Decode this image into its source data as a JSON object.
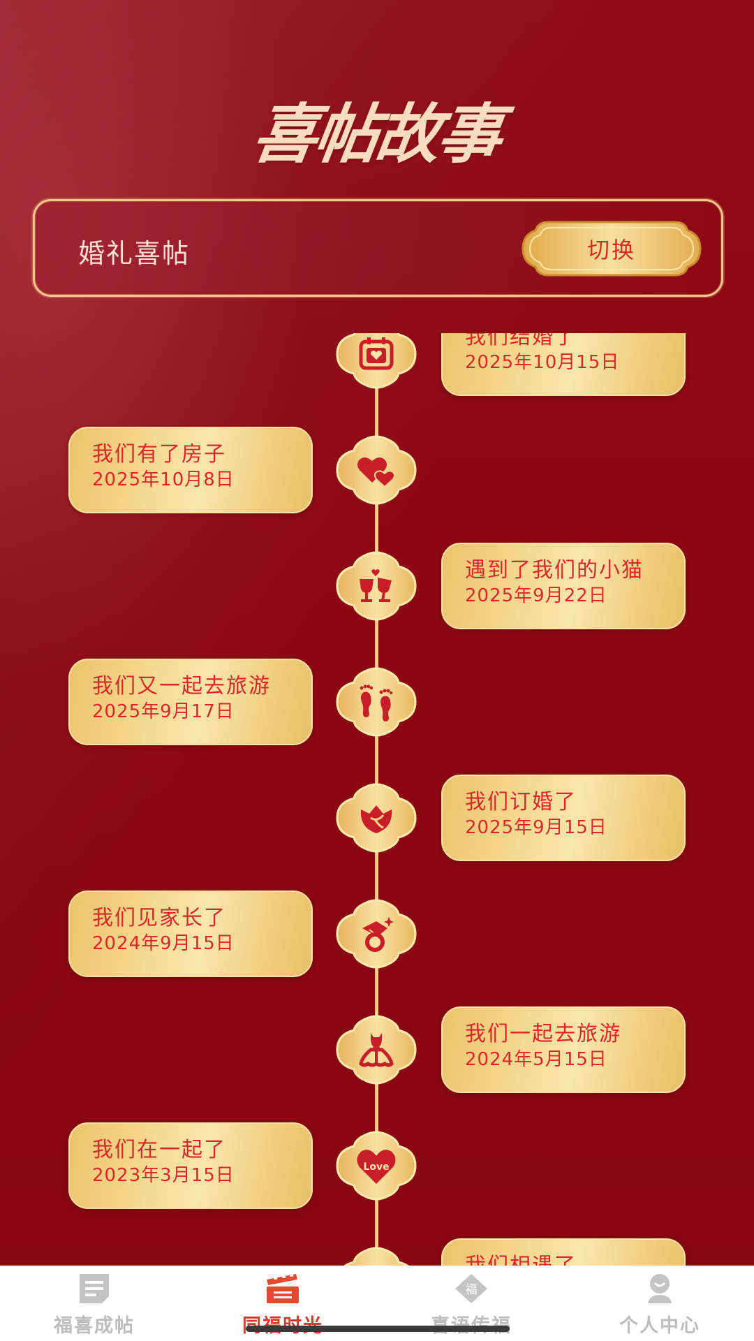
{
  "header": {
    "title": "喜帖故事"
  },
  "selector": {
    "current_label": "婚礼喜帖",
    "switch_button": "切换"
  },
  "timeline": {
    "events": [
      {
        "side": "right",
        "title": "我们结婚了",
        "date": "2025年10月15日",
        "icon": "calendar-heart-icon"
      },
      {
        "side": "left",
        "title": "我们有了房子",
        "date": "2025年10月8日",
        "icon": "double-heart-icon"
      },
      {
        "side": "right",
        "title": "遇到了我们的小猫",
        "date": "2025年9月22日",
        "icon": "wine-glasses-icon"
      },
      {
        "side": "left",
        "title": "我们又一起去旅游",
        "date": "2025年9月17日",
        "icon": "footprints-icon"
      },
      {
        "side": "right",
        "title": "我们订婚了",
        "date": "2025年9月15日",
        "icon": "rose-icon"
      },
      {
        "side": "left",
        "title": "我们见家长了",
        "date": "2024年9月15日",
        "icon": "diamond-ring-icon"
      },
      {
        "side": "right",
        "title": "我们一起去旅游",
        "date": "2024年5月15日",
        "icon": "dress-icon"
      },
      {
        "side": "left",
        "title": "我们在一起了",
        "date": "2023年3月15日",
        "icon": "love-heart-icon",
        "icon_text": "Love"
      },
      {
        "side": "right",
        "title": "我们相遇了",
        "date": "",
        "icon": "node-icon"
      }
    ]
  },
  "tabbar": {
    "tabs": [
      {
        "label": "福喜成帖",
        "icon": "document-icon",
        "active": false
      },
      {
        "label": "同福时光",
        "icon": "clapperboard-icon",
        "active": true
      },
      {
        "label": "喜语传福",
        "icon": "fu-diamond-icon",
        "active": false,
        "icon_text": "福"
      },
      {
        "label": "个人中心",
        "icon": "user-icon",
        "active": false
      }
    ]
  },
  "colors": {
    "background": "#8a0712",
    "gold": "#f3c98a",
    "accent_red": "#d8272a",
    "tab_active": "#d6392b",
    "tab_inactive": "#bdbdbd"
  }
}
